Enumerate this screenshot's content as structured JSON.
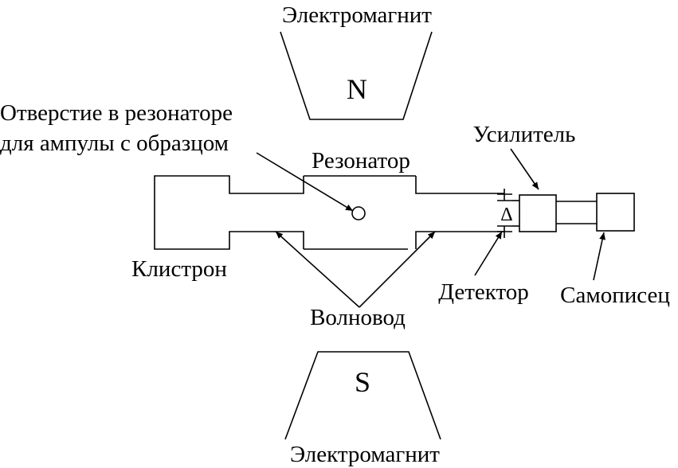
{
  "labels": {
    "magnet_top": "Электромагнит",
    "magnet_bottom": "Электромагнит",
    "pole_n": "N",
    "pole_s": "S",
    "opening_line1": "Отверстие в резонаторе",
    "opening_line2": "для ампулы с образцом",
    "resonator": "Резонатор",
    "amplifier": "Усилитель",
    "klystron": "Клистрон",
    "waveguide": "Волновод",
    "detector": "Детектор",
    "detector_symbol": "Δ",
    "recorder": "Самописец"
  }
}
